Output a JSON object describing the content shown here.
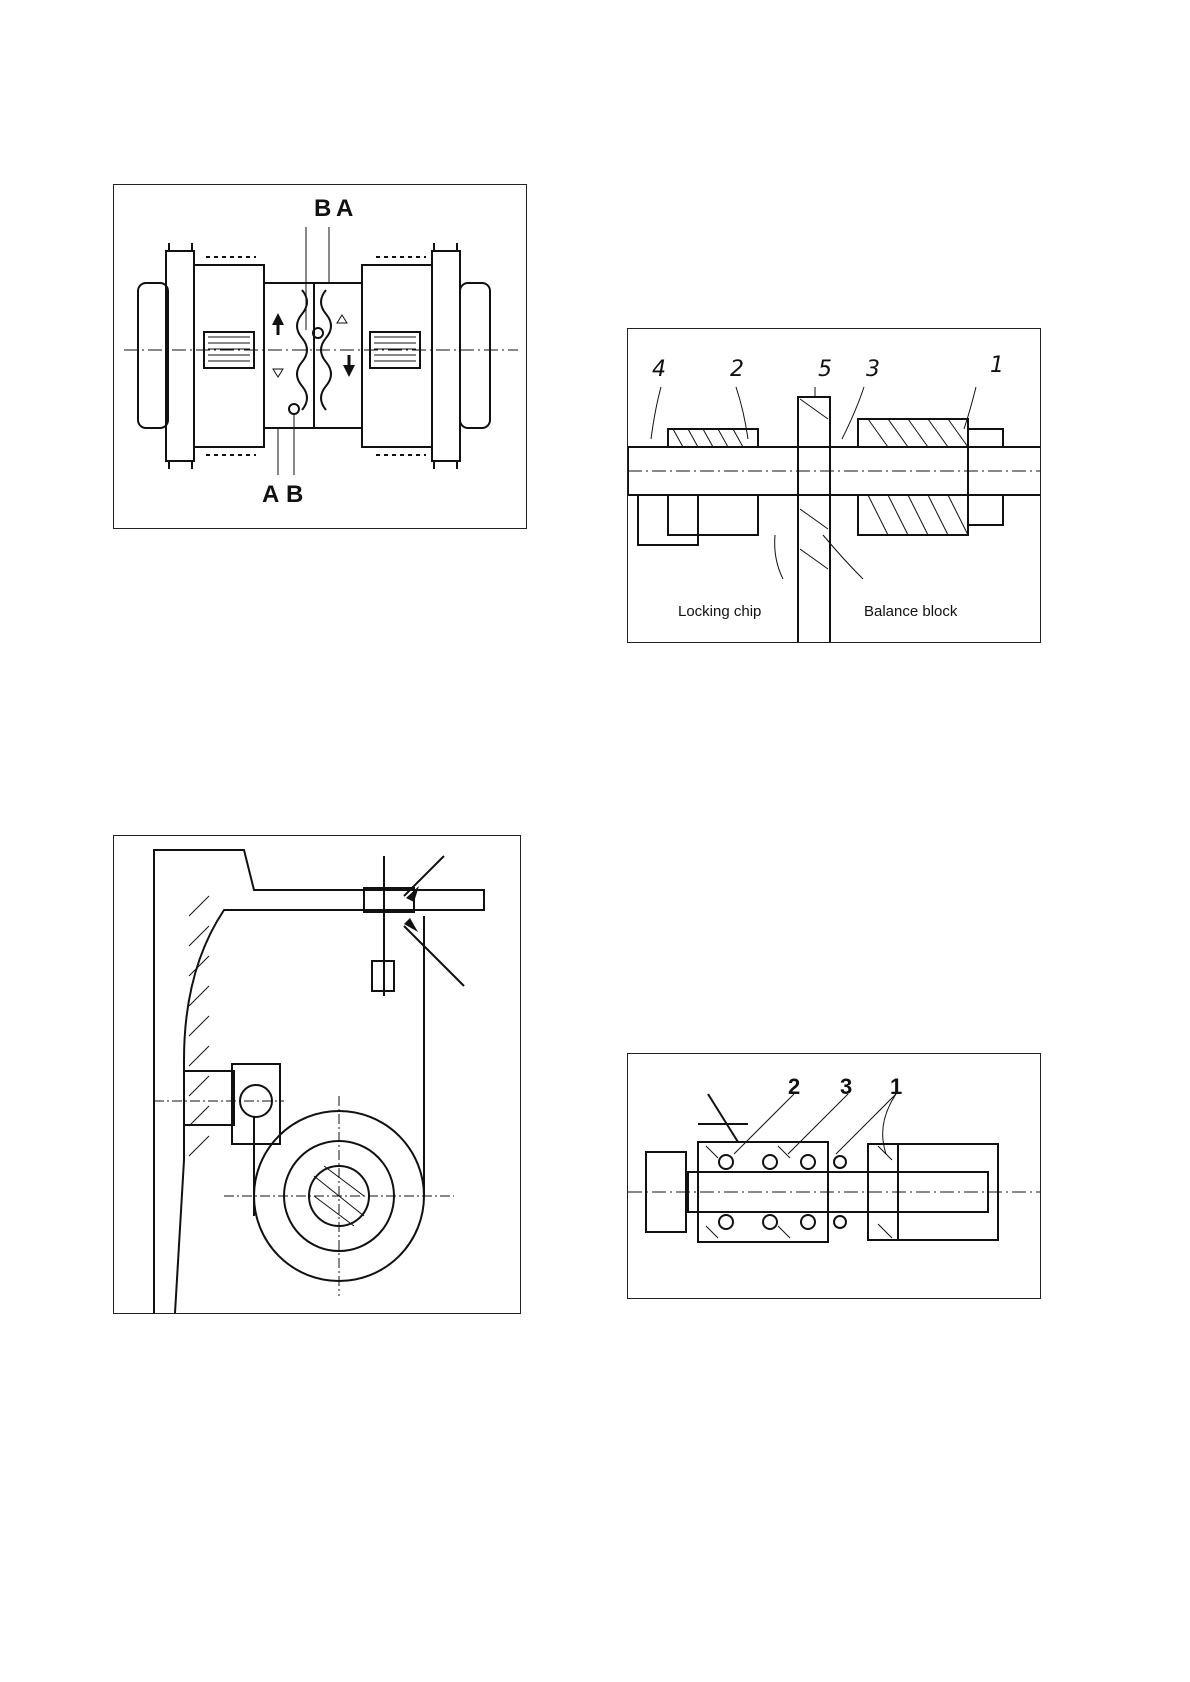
{
  "figures": {
    "coupling": {
      "label_top_b": "B",
      "label_top_a": "A",
      "label_bottom_a": "A",
      "label_bottom_b": "B"
    },
    "shaft_assembly": {
      "labels": [
        "4",
        "2",
        "5",
        "3",
        "1"
      ],
      "callout_locking_chip": "Locking chip",
      "callout_balance_block": "Balance block"
    },
    "belt_tensioner": {},
    "spindle_assembly": {
      "labels": [
        "2",
        "3",
        "1"
      ]
    }
  }
}
